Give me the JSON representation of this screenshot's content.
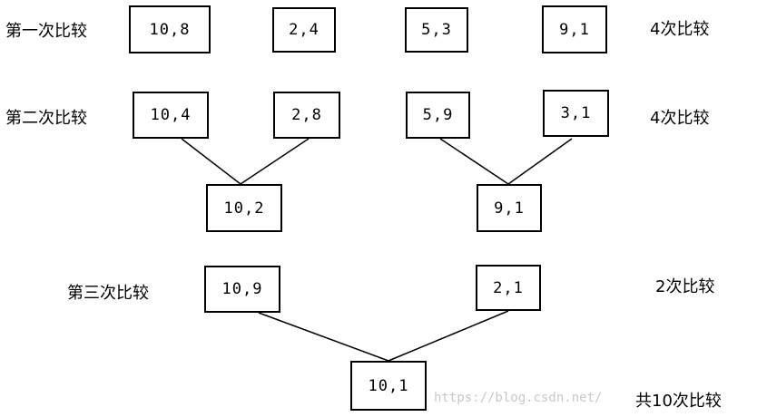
{
  "round_labels": {
    "round1": "第一次比较",
    "round2": "第二次比较",
    "round3": "第三次比较"
  },
  "count_labels": {
    "round1": "4次比较",
    "round2": "4次比较",
    "round3": "2次比较",
    "total": "共10次比较"
  },
  "boxes": {
    "r1": [
      "10,8",
      "2,4",
      "5,3",
      "9,1"
    ],
    "r2": [
      "10,4",
      "2,8",
      "5,9",
      "3,1"
    ],
    "r2_merge": [
      "10,2",
      "9,1"
    ],
    "r3": [
      "10,9",
      "2,1"
    ],
    "final": "10,1"
  },
  "watermark": "https://blog.csdn.net/"
}
